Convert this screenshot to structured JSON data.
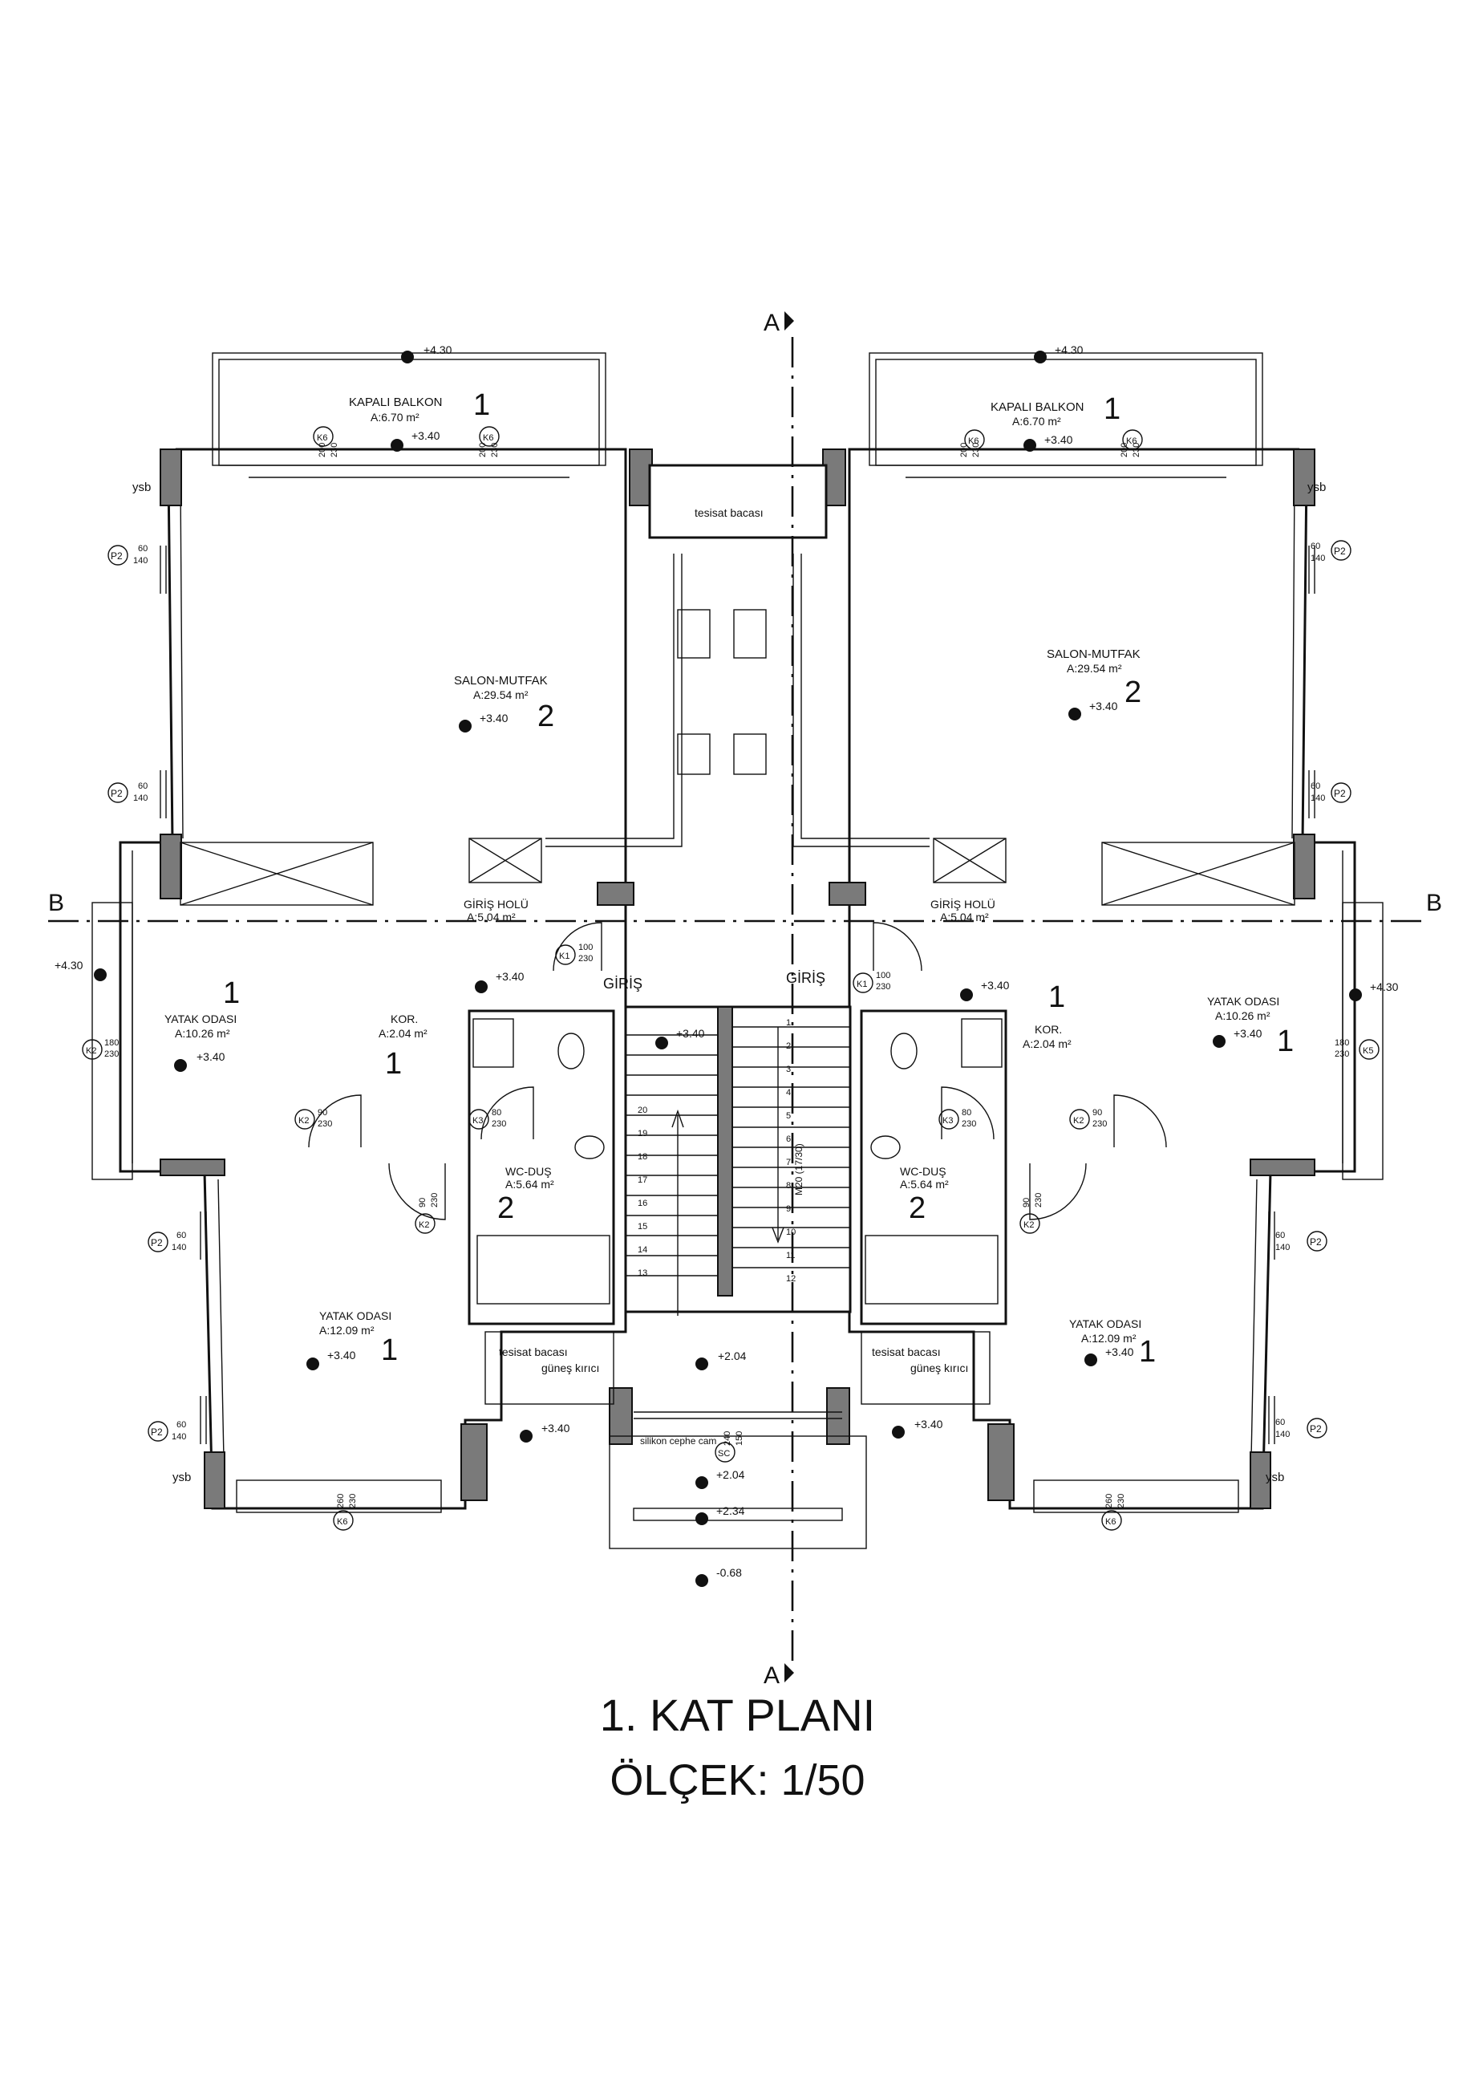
{
  "drawing": {
    "title": "1. KAT PLANI",
    "scale": "ÖLÇEK: 1/50"
  },
  "section_marks": {
    "a": "A",
    "b": "B"
  },
  "rooms": {
    "balcony_label": "KAPALI BALKON",
    "balcony_area": "A:6.70 m²",
    "salon_label": "SALON-MUTFAK",
    "salon_area": "A:29.54 m²",
    "hall_label": "GİRİŞ HOLÜ",
    "hall_area": "A:5.04 m²",
    "bed_small_label": "YATAK ODASI",
    "bed_small_area": "A:10.26 m²",
    "bed_large_label": "YATAK ODASI",
    "bed_large_area": "A:12.09 m²",
    "corridor_label": "KOR.",
    "corridor_area": "A:2.04 m²",
    "wc_label": "WC-DUŞ",
    "wc_area": "A:5.64 m²"
  },
  "numbers": {
    "one": "1",
    "two": "2"
  },
  "levels": {
    "l430": "+4.30",
    "l340": "+3.40",
    "l204": "+2.04",
    "l234": "+2.34",
    "lm068": "-0.68"
  },
  "notes": {
    "shaft": "tesisat bacası",
    "sun_breaker": "güneş kırıcı",
    "silicone_glass": "silikon cephe cam",
    "stair_note": "M20 (17/30)",
    "entry": "GİRİŞ",
    "ysb": "ysb"
  },
  "tags": {
    "p2": "P2",
    "k1": "K1",
    "k2": "K2",
    "k3": "K3",
    "k5": "K5",
    "k6": "K6",
    "sc": "SC"
  },
  "dims": {
    "d60": "60",
    "d140": "140",
    "d200": "200",
    "d230": "230",
    "d100": "100",
    "d90": "90",
    "d80": "80",
    "d180": "180",
    "d260": "260",
    "d240": "240",
    "d150": "150"
  },
  "stair_steps": [
    "1",
    "2",
    "3",
    "4",
    "5",
    "6",
    "7",
    "8",
    "9",
    "10",
    "11",
    "12",
    "13",
    "14",
    "15",
    "16",
    "17",
    "18",
    "19",
    "20"
  ]
}
